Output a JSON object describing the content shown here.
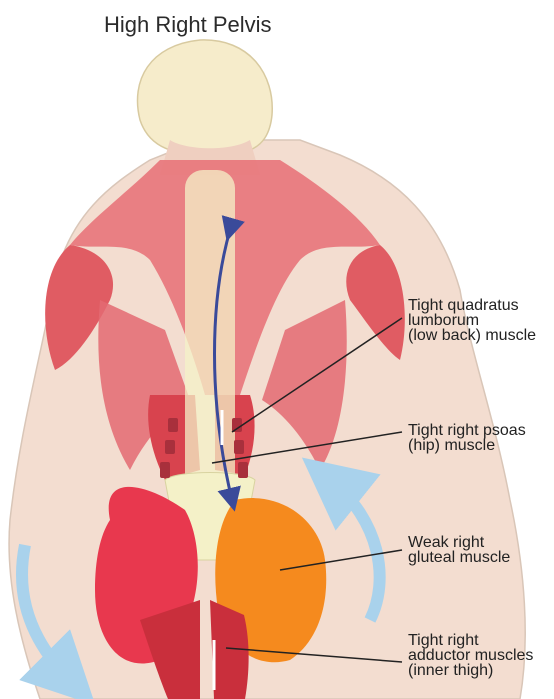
{
  "title": "High Right Pelvis",
  "labels": {
    "quadratus": "Tight quadratus\nlumborum\n(low back) muscle",
    "psoas": "Tight right psoas\n(hip) muscle",
    "gluteal": "Weak right\ngluteal muscle",
    "adductor": "Tight right\nadductor muscles\n(inner thigh)"
  },
  "colors": {
    "muscle": "#e8747a",
    "muscle_dark": "#c94c55",
    "skin": "#f3ddd0",
    "head": "#f6eccb",
    "spine": "#f4f1c8",
    "glute_left": "#e8384e",
    "glute_right_weak": "#f58a1e",
    "curve_arrow": "#3a4a9a",
    "rotation_arrow": "#a9d2ec"
  }
}
